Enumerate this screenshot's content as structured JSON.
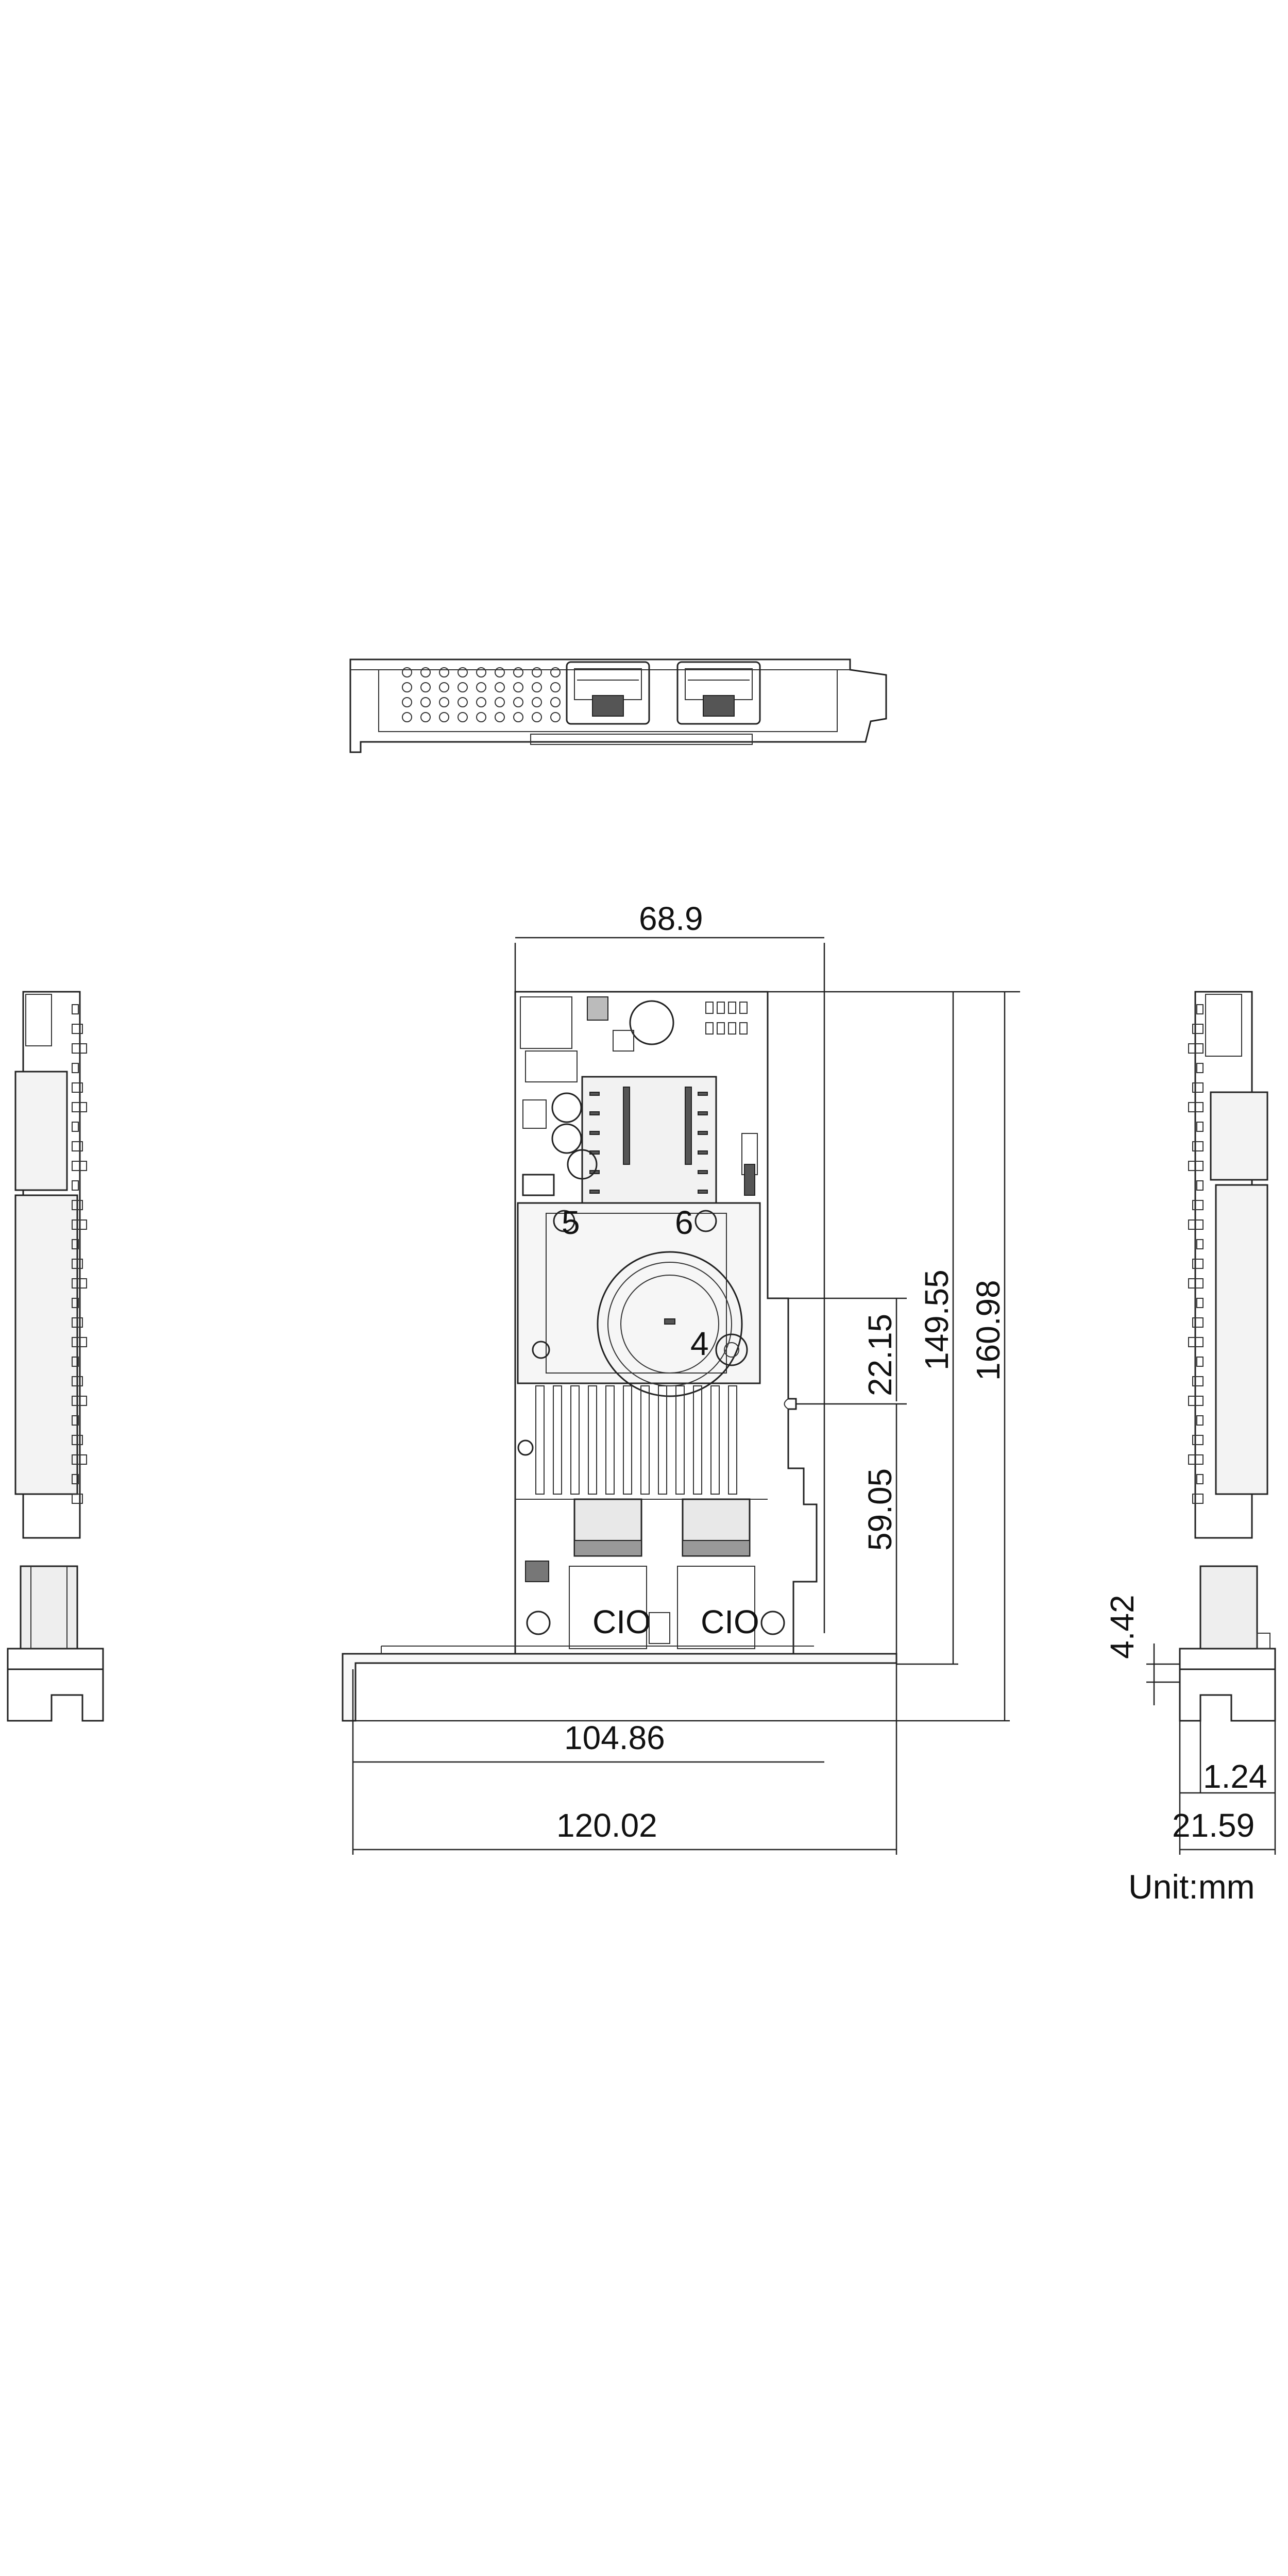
{
  "dimensions": {
    "width_top": "68.9",
    "height_inner": "149.55",
    "height_overall": "160.98",
    "slot_offset": "22.15",
    "connector_height": "59.05",
    "width_pcb": "104.86",
    "width_overall": "120.02",
    "bracket_tab": "4.42",
    "bracket_thickness": "1.24",
    "side_depth": "21.59"
  },
  "unit_label": "Unit:mm",
  "port_labels": {
    "port_a": "5",
    "port_b": "6",
    "port_c": "4"
  },
  "connector_marks": {
    "left": "CIO",
    "right": "CIO"
  }
}
